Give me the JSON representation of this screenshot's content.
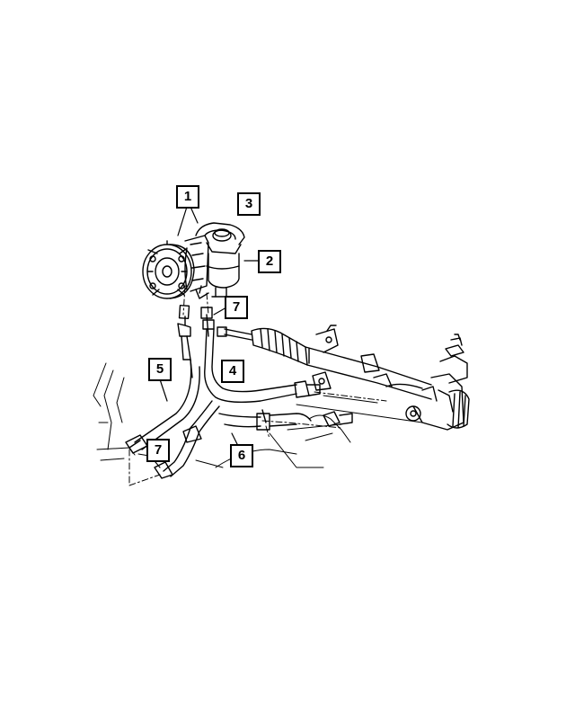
{
  "diagram": {
    "callouts": [
      "1",
      "2",
      "3",
      "4",
      "5",
      "6",
      "7",
      "7"
    ]
  },
  "colors": {
    "line": "#000000",
    "background": "#ffffff"
  }
}
